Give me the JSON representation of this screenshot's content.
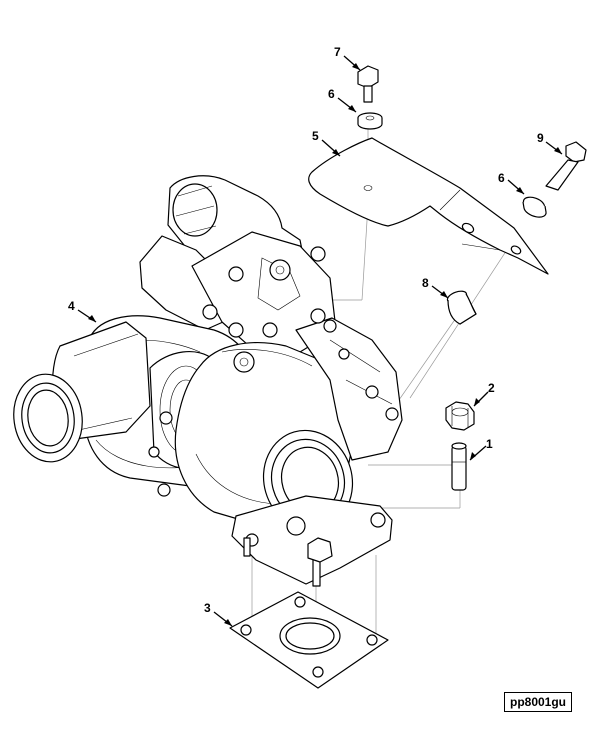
{
  "callouts": [
    {
      "number": "1",
      "part": "stud"
    },
    {
      "number": "2",
      "part": "nut"
    },
    {
      "number": "3",
      "part": "gasket"
    },
    {
      "number": "4",
      "part": "turbocharger"
    },
    {
      "number": "5",
      "part": "heat shield"
    },
    {
      "number": "6",
      "part": "washer"
    },
    {
      "number": "7",
      "part": "bolt"
    },
    {
      "number": "8",
      "part": "spacer"
    },
    {
      "number": "9",
      "part": "bolt"
    }
  ],
  "image_code": "pp8001gu"
}
